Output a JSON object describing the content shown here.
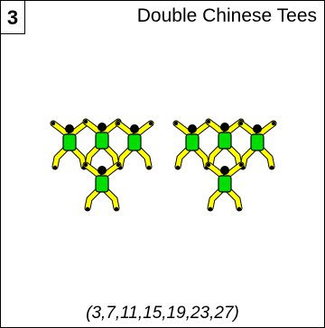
{
  "card": {
    "number": "3",
    "title": "Double Chinese Tees",
    "slot_sequence": "(3,7,11,15,19,23,27)"
  },
  "colors": {
    "limb": "#ffff00",
    "torso": "#00dd00",
    "outline": "#000000",
    "head": "#000000"
  },
  "formations": [
    {
      "name": "left-formation",
      "flyers": 4
    },
    {
      "name": "right-formation",
      "flyers": 4
    }
  ]
}
